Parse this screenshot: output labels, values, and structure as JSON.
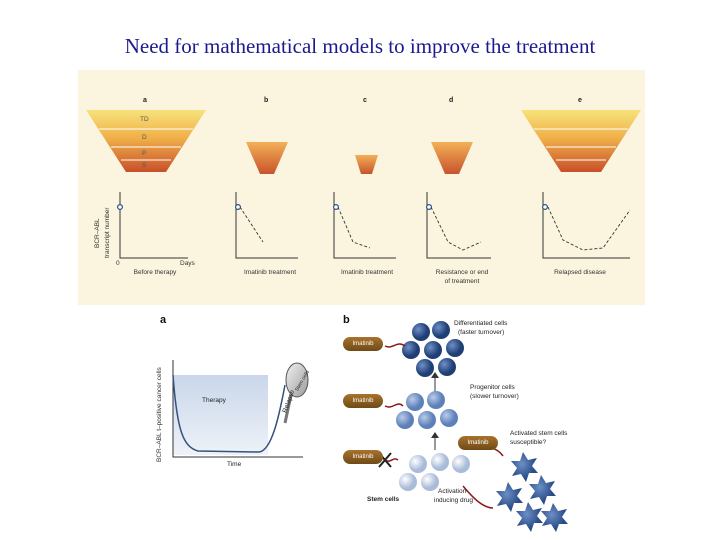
{
  "title": "Need for mathematical models to improve the treatment",
  "top": {
    "letters": [
      "a",
      "b",
      "c",
      "d",
      "e"
    ],
    "layers": [
      "TD",
      "D",
      "P",
      "S"
    ],
    "ylabel_line1": "BCR–ABL",
    "ylabel_line2": "transcript number",
    "origin": "0",
    "days": "Days",
    "captions": [
      "Before therapy",
      "Imatinib treatment",
      "Imatinib treatment",
      "Resistance or end",
      "Relapsed disease"
    ],
    "caption4_line2": "of treatment"
  },
  "bottom": {
    "letter_a": "a",
    "letter_b": "b",
    "ylabel": "BCR–ABL t–positive cancer cells",
    "therapy": "Therapy",
    "relapse": "Relapse",
    "time": "Time",
    "mag": "Stem cells",
    "imatinib": "Imatinib",
    "diff_line1": "Differentiated cells",
    "diff_line2": "(faster turnover)",
    "prog_line1": "Progenitor cells",
    "prog_line2": "(slower turnover)",
    "act_line1": "Activated stem cells",
    "act_line2": "susceptible?",
    "stem": "Stem cells",
    "drug_line1": "Activation-",
    "drug_line2": "inducing drug"
  },
  "colors": {
    "title": "#1a1a8c",
    "panel_bg": "#fbf5df",
    "funnel_top": "#f5d24a",
    "funnel_bottom": "#c8582a",
    "cell_dark": "#2d4f86",
    "cell_mid": "#6d8fc0",
    "cell_light": "#c9d6ea",
    "drug": "#8b5a1e"
  }
}
